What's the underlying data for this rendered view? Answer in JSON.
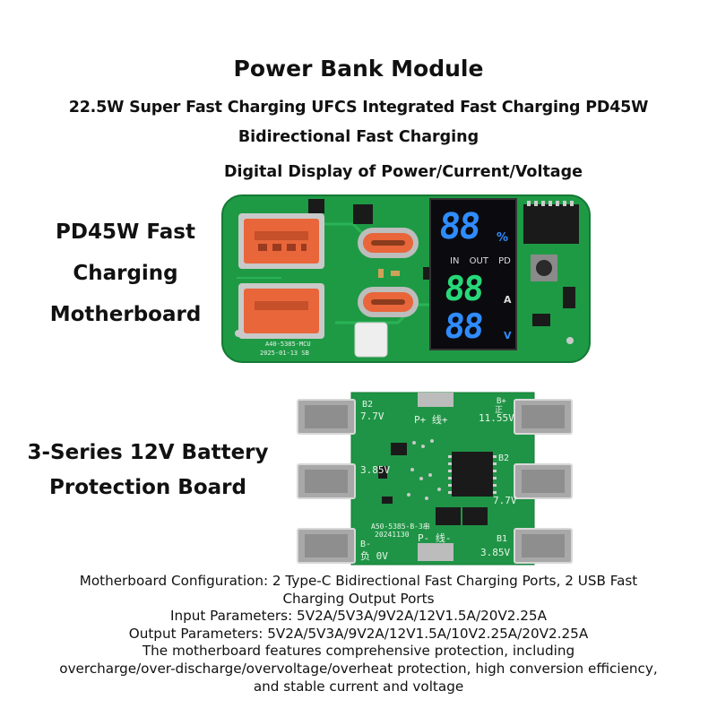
{
  "header": {
    "title": "Power Bank Module",
    "subtitle_line1": "22.5W Super Fast Charging UFCS Integrated Fast Charging PD45W",
    "subtitle_line2": "Bidirectional Fast Charging",
    "subtitle_line3": "Digital Display of Power/Current/Voltage"
  },
  "motherboard": {
    "label_lines": [
      "PD45W Fast",
      "Charging",
      "Motherboard"
    ],
    "display": {
      "percent_digits": "88",
      "percent_unit": "%",
      "mode_labels": [
        "IN",
        "OUT",
        "PD"
      ],
      "amp_digits": "88",
      "amp_unit": "A",
      "volt_digits": "88",
      "volt_unit": "V"
    },
    "silkscreen": {
      "model": "A40-5385-MCU",
      "date": "2025-01-13 SB"
    },
    "colors": {
      "pcb": "#1e9a45",
      "usb_port": "#e8663a",
      "digit_blue": "#2f8cff",
      "digit_green": "#27d878"
    }
  },
  "bms": {
    "label_lines": [
      "3-Series 12V Battery",
      "Protection Board"
    ],
    "silkscreen": {
      "b2": "B2",
      "v77_left": "7.7V",
      "p_plus": "P+ 线+",
      "b_plus": "B+",
      "zheng": "正",
      "v1155": "11.55V",
      "v385_left": "3.85V",
      "b2_right": "B2",
      "v77_right": "7.7V",
      "model": "A50-5385-B-3串",
      "date": "20241130",
      "b_minus": "B-",
      "fu_0v": "负 0V",
      "p_minus": "P- 线-",
      "b1": "B1",
      "v385_right": "3.85V"
    }
  },
  "description": {
    "lines": [
      "Motherboard Configuration: 2 Type-C Bidirectional Fast Charging Ports, 2 USB Fast",
      "Charging Output Ports",
      "Input Parameters: 5V2A/5V3A/9V2A/12V1.5A/20V2.25A",
      "Output Parameters: 5V2A/5V3A/9V2A/12V1.5A/10V2.25A/20V2.25A",
      "The motherboard features comprehensive protection, including",
      "overcharge/over-discharge/overvoltage/overheat protection, high conversion efficiency,",
      "and stable current and voltage"
    ]
  }
}
